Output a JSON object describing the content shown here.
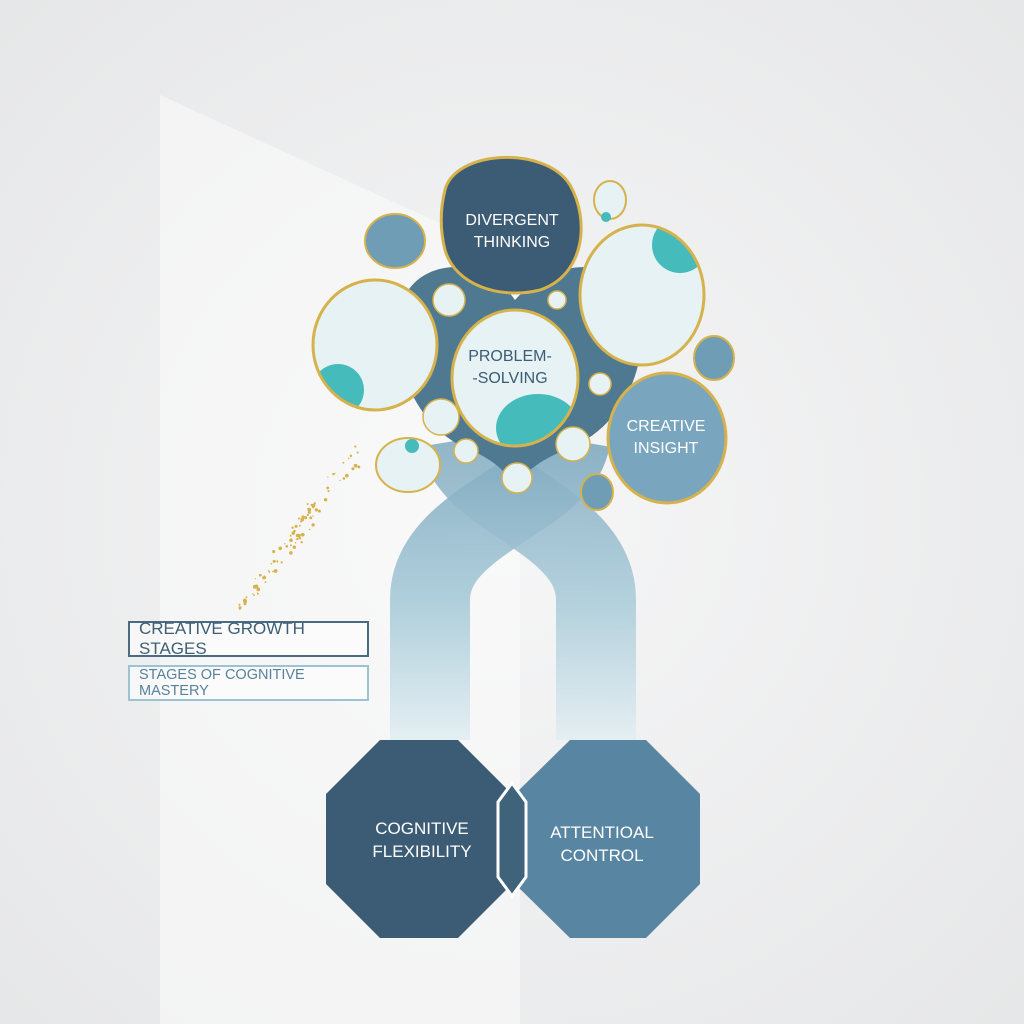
{
  "title": "CREATIVE GROWTH STAGES",
  "subtitle": "STAGES OF COGNITIVE MASTERY",
  "bubbles": {
    "divergent": [
      "DIVERGENT",
      "THINKING"
    ],
    "problem": [
      "PROBLEM-",
      "-SOLVING"
    ],
    "insight": [
      "CREATIVE",
      "INSIGHT"
    ]
  },
  "foundations": {
    "left": [
      "COGNITIVE",
      "FLEXIBILITY"
    ],
    "right": [
      "ATTENTIOAL",
      "CONTROL"
    ]
  },
  "colors": {
    "dark": "#3b5c74",
    "mid": "#5885a1",
    "light": "#e6f2f4",
    "teal": "#45bcbb",
    "gold": "#d6b24c"
  }
}
